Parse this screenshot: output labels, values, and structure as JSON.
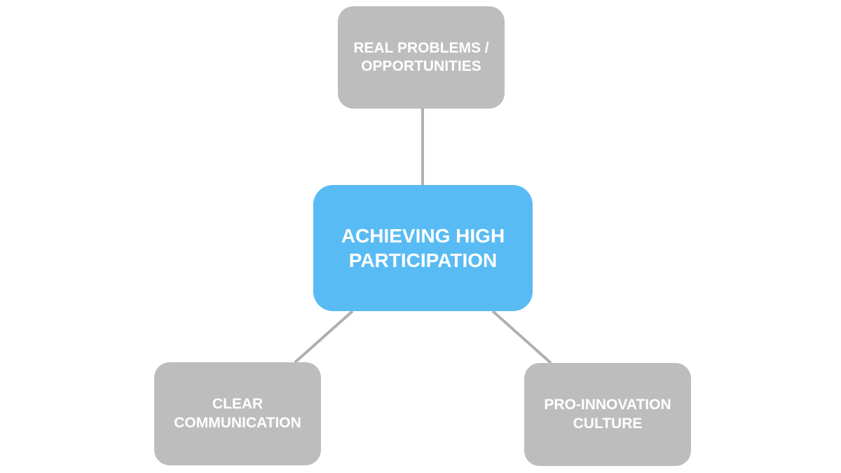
{
  "diagram": {
    "center": {
      "label": "ACHIEVING HIGH\nPARTICIPATION"
    },
    "top": {
      "label": "REAL PROBLEMS /\nOPPORTUNITIES"
    },
    "left": {
      "label": "CLEAR\nCOMMUNICATION"
    },
    "right": {
      "label": "PRO-INNOVATION\nCULTURE"
    }
  },
  "colors": {
    "center_fill": "#59bbf3",
    "outer_fill": "#bdbdbd",
    "connector": "#b0b0b0",
    "text": "#ffffff"
  }
}
